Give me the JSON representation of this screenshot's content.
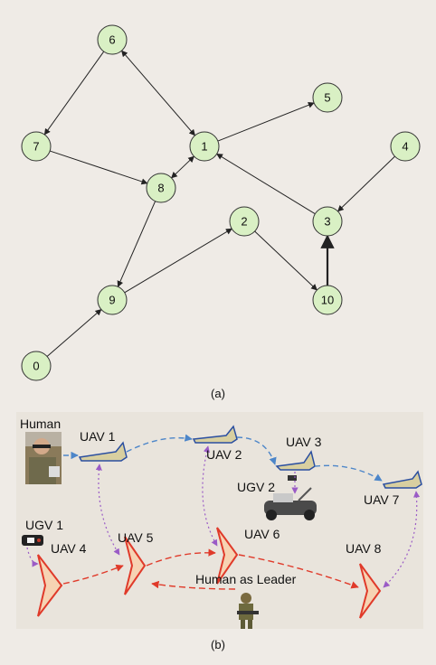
{
  "graph": {
    "caption": "(a)",
    "nodes": [
      {
        "id": "0",
        "label": "0"
      },
      {
        "id": "1",
        "label": "1"
      },
      {
        "id": "2",
        "label": "2"
      },
      {
        "id": "3",
        "label": "3"
      },
      {
        "id": "4",
        "label": "4"
      },
      {
        "id": "5",
        "label": "5"
      },
      {
        "id": "6",
        "label": "6"
      },
      {
        "id": "7",
        "label": "7"
      },
      {
        "id": "8",
        "label": "8"
      },
      {
        "id": "9",
        "label": "9"
      },
      {
        "id": "10",
        "label": "10"
      }
    ],
    "edges": [
      {
        "from": "6",
        "to": "1",
        "bidirectional": true
      },
      {
        "from": "6",
        "to": "7"
      },
      {
        "from": "7",
        "to": "8"
      },
      {
        "from": "1",
        "to": "8",
        "bidirectional": true
      },
      {
        "from": "1",
        "to": "5"
      },
      {
        "from": "3",
        "to": "1"
      },
      {
        "from": "4",
        "to": "3"
      },
      {
        "from": "10",
        "to": "3",
        "bold": true
      },
      {
        "from": "2",
        "to": "10"
      },
      {
        "from": "9",
        "to": "2"
      },
      {
        "from": "8",
        "to": "9"
      },
      {
        "from": "0",
        "to": "9"
      }
    ]
  },
  "scene": {
    "caption": "(b)",
    "labels": {
      "human": "Human",
      "uav1": "UAV 1",
      "uav2": "UAV 2",
      "uav3": "UAV 3",
      "ugv2": "UGV 2",
      "uav7": "UAV 7",
      "ugv1": "UGV 1",
      "uav4": "UAV 4",
      "uav5": "UAV 5",
      "uav6": "UAV 6",
      "uav8": "UAV 8",
      "leader": "Human as Leader"
    },
    "colors": {
      "uav_flight_link": "#4d86c9",
      "vertical_link": "#9a5bc6",
      "ground_link": "#e03a2a"
    }
  }
}
